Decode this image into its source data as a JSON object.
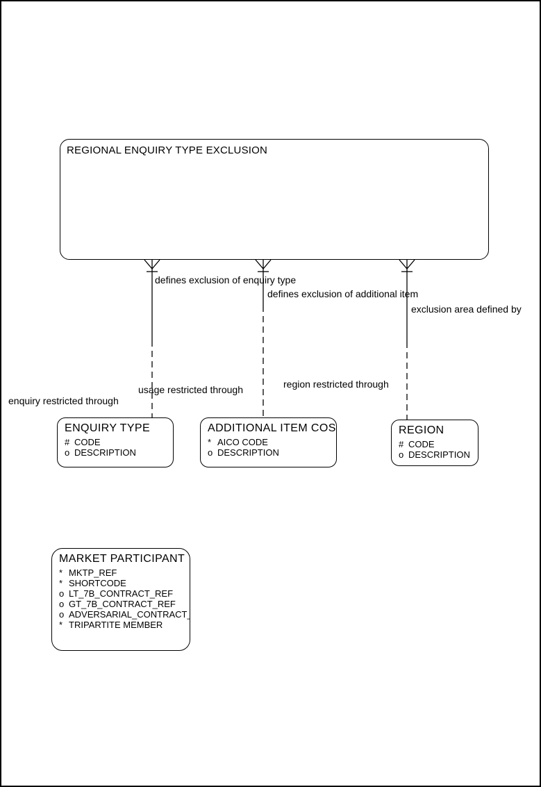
{
  "canvas": {
    "background_color": "#ffffff",
    "line_color": "#000000",
    "text_color": "#000000"
  },
  "diagram": {
    "main_entity": {
      "title": "REGIONAL ENQUIRY TYPE EXCLUSION"
    },
    "entities": {
      "enquiry_type": {
        "title": "ENQUIRY TYPE",
        "attributes": [
          {
            "prefix": "#",
            "name": "CODE"
          },
          {
            "prefix": "o",
            "name": "DESCRIPTION"
          }
        ]
      },
      "additional_item_cost": {
        "title": "ADDITIONAL ITEM COST",
        "attributes": [
          {
            "prefix": "*",
            "name": "AICO CODE"
          },
          {
            "prefix": "o",
            "name": "DESCRIPTION"
          }
        ]
      },
      "region": {
        "title": "REGION",
        "attributes": [
          {
            "prefix": "#",
            "name": "CODE"
          },
          {
            "prefix": "o",
            "name": "DESCRIPTION"
          }
        ]
      },
      "market_participant": {
        "title": "MARKET PARTICIPANT",
        "attributes": [
          {
            "prefix": "*",
            "name": "MKTP_REF"
          },
          {
            "prefix": "*",
            "name": "SHORTCODE"
          },
          {
            "prefix": "o",
            "name": "LT_7B_CONTRACT_REF"
          },
          {
            "prefix": "o",
            "name": "GT_7B_CONTRACT_REF"
          },
          {
            "prefix": "o",
            "name": "ADVERSARIAL_CONTRACT_REF"
          },
          {
            "prefix": "*",
            "name": "TRIPARTITE MEMBER"
          }
        ]
      }
    },
    "relationship_labels": {
      "defines_exclusion_enquiry_type": "defines exclusion of enquiry type",
      "defines_exclusion_additional_item": "defines exclusion of additional item",
      "exclusion_area_defined_by": "exclusion area defined by",
      "enquiry_restricted_through": "enquiry restricted through",
      "usage_restricted_through": "usage restricted through",
      "region_restricted_through": "region restricted through"
    }
  }
}
